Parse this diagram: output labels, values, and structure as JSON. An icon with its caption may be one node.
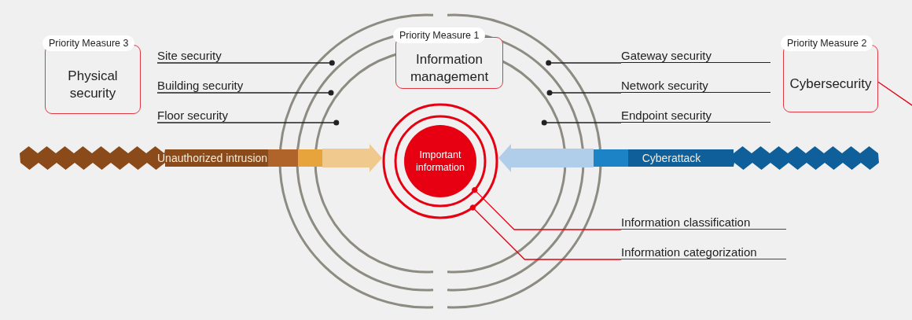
{
  "diagram": {
    "nodes": [
      {
        "text": [
          "Priority Measure 3",
          "Physical security"
        ]
      },
      {
        "text": [
          "Priority Measure 1",
          "Information management"
        ],
        "in": 10
      },
      {
        "text": [
          "Priority Measure 2",
          "Cybersecurity"
        ]
      },
      {
        "text": [
          "Site security"
        ]
      },
      {
        "text": [
          "Building security"
        ]
      },
      {
        "text": [
          "Floor security"
        ]
      },
      {
        "text": [
          "Gateway security"
        ]
      },
      {
        "text": [
          "Network security"
        ]
      },
      {
        "text": [
          "Endpoint security"
        ]
      },
      {
        "text": [],
        "shape": "circle"
      },
      {
        "text": [],
        "shape": "circle",
        "in": 9
      },
      {
        "text": [],
        "shape": "circle",
        "in": 10
      },
      {
        "text": [],
        "shape": "circle",
        "in": 11
      },
      {
        "text": [],
        "shape": "circle",
        "in": 12
      },
      {
        "text": [
          "Important information"
        ],
        "in": 13
      },
      {
        "text": [
          "Unauthorized intrusion"
        ]
      },
      {
        "text": [
          "Cyberattack"
        ]
      },
      {
        "text": [
          "Information classification"
        ]
      },
      {
        "text": [
          "Information categorization"
        ]
      }
    ],
    "edges": [
      {
        "from": 3,
        "to": 9,
        "arrow": "other"
      },
      {
        "from": 4,
        "to": 10,
        "arrow": "other"
      },
      {
        "from": 5,
        "to": 11,
        "arrow": "other"
      },
      {
        "from": 6,
        "to": 9,
        "arrow": "other"
      },
      {
        "from": 7,
        "to": 10,
        "arrow": "other"
      },
      {
        "from": 8,
        "to": 11,
        "arrow": "other"
      },
      {
        "from": 15,
        "to": 12,
        "arrow": "to",
        "style": "thick",
        "color": "#f0c98f"
      },
      {
        "from": 16,
        "to": 12,
        "arrow": "to",
        "style": "thick",
        "color": "#b0cdea"
      },
      {
        "from": 17,
        "to": 13,
        "arrow": "other",
        "color": "#e60012"
      },
      {
        "from": 18,
        "to": 12,
        "arrow": "other",
        "color": "#e60012"
      },
      {
        "from": 2,
        "to": null,
        "arrow": "none",
        "color": "#e60012"
      }
    ]
  }
}
